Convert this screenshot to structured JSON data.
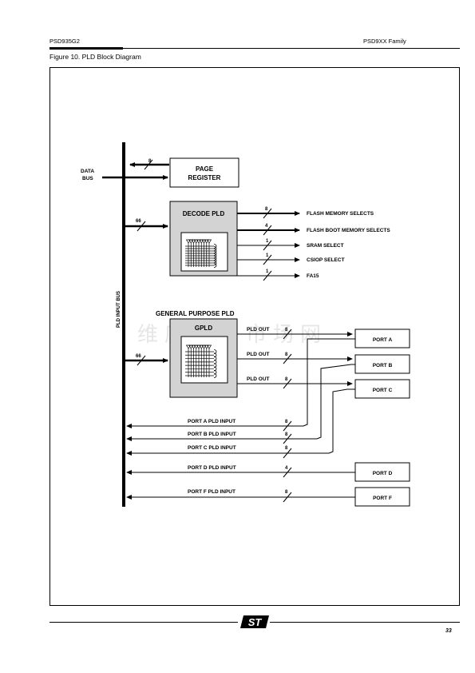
{
  "header": {
    "left": "PSD935G2",
    "right": "PSD9XX Family"
  },
  "figure": {
    "title": "Figure 10. PLD Block Diagram"
  },
  "diagram": {
    "bus_label": "PLD INPUT BUS",
    "data_bus": {
      "line1": "DATA",
      "line2": "BUS"
    },
    "page_register": {
      "line1": "PAGE",
      "line2": "REGISTER",
      "width": "8"
    },
    "decode_pld": {
      "title": "DECODE PLD",
      "input_width": "66",
      "outputs": [
        {
          "label": "FLASH MEMORY SELECTS",
          "width": "8"
        },
        {
          "label": "FLASH BOOT MEMORY SELECTS",
          "width": "4"
        },
        {
          "label": "SRAM SELECT",
          "width": "1"
        },
        {
          "label": "CSIOP SELECT",
          "width": "1"
        },
        {
          "label": "FA15",
          "width": "1"
        }
      ]
    },
    "gpld": {
      "caption": "GENERAL PURPOSE PLD",
      "title": "GPLD",
      "input_width": "66",
      "outputs": [
        {
          "label": "PLD OUT",
          "width": "8"
        },
        {
          "label": "PLD OUT",
          "width": "8"
        },
        {
          "label": "PLD OUT",
          "width": "8"
        }
      ]
    },
    "ports": [
      "PORT A",
      "PORT B",
      "PORT C",
      "PORT D",
      "PORT F"
    ],
    "port_inputs": [
      {
        "label": "PORT A PLD INPUT",
        "width": "8"
      },
      {
        "label": "PORT B PLD INPUT",
        "width": "8"
      },
      {
        "label": "PORT C PLD INPUT",
        "width": "8"
      },
      {
        "label": "PORT D PLD INPUT",
        "width": "4"
      },
      {
        "label": "PORT F PLD INPUT",
        "width": "8"
      }
    ]
  },
  "watermark": "维库电子市场网",
  "footer": {
    "logo": "ST",
    "page_number": "33"
  }
}
